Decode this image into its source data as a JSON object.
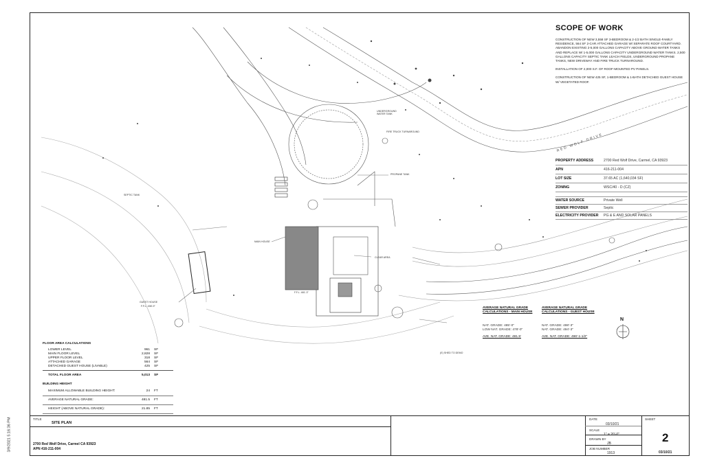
{
  "scope": {
    "title": "SCOPE OF WORK",
    "para1": "CONSTRUCTION OF NEW 3,558 SF 3-BEDROOM & 2-1/2 BATH SINGLE-FAMILY RESIDENCE, 564 SF 2-CAR ATTACHED GARAGE W/ SEPARATE ROOF COURTYARD. ABANDON EXISTING 2-5,000 GALLONS CAPACITY ABOVE GROUND WATER TANKS AND REPLACE W/ 1-5,000 GALLONS CAPACITY UNDERGROUND WATER TANKS. 2,500 GALLONS CAPACITY SEPTIC TANK LEACH FIELDS, UNDERGROUND PROPANE TANKS, NEW DRIVEWAY AND FIRE TRUCK TURNAROUND.",
    "para2": "INSTALLATION OF 2,000 S.F. OF ROOF-MOUNTED PV PANELS.",
    "para3": "CONSTRUCTION OF NEW 425 SF, 1-BEDROOM & 1-BATH DETACHED GUEST HOUSE W/ VEGETATED ROOF."
  },
  "property": {
    "rows": [
      {
        "k": "PROPERTY ADDRESS",
        "v": "2700 Red Wolf Drive, Carmel, CA 93923"
      },
      {
        "k": "APN",
        "v": "416-211-004"
      },
      {
        "k": "LOT SIZE",
        "v": "37.65 AC (1,640,034 SF)"
      },
      {
        "k": "ZONING",
        "v": "WSC/40 - D (CZ)"
      }
    ],
    "rows2": [
      {
        "k": "WATER SOURCE",
        "v": "Private Well"
      },
      {
        "k": "SEWER PROVIDER",
        "v": "Septic"
      },
      {
        "k": "ELECTRICITY PROVIDER",
        "v": "PG & E AND SOLAR PANELS"
      }
    ]
  },
  "floor_area": {
    "title": "FLOOR AREA CALCULATIONS",
    "rows": [
      {
        "l": "Lower Level",
        "n": "961",
        "u": "SF"
      },
      {
        "l": "Main Floor Level",
        "n": "2,828",
        "u": "SF"
      },
      {
        "l": "Upper Floor Level",
        "n": "318",
        "u": "SF"
      },
      {
        "l": "Attached Garage",
        "n": "564",
        "u": "SF"
      },
      {
        "l": "Detached Guest House (Livable)",
        "n": "425",
        "u": "SF"
      }
    ],
    "total": {
      "l": "TOTAL FLOOR AREA",
      "n": "5,013",
      "u": "SF"
    },
    "height_title": "BUILDING HEIGHT",
    "height_rows": [
      {
        "l": "Maximum Allowable Building Height:",
        "n": "24",
        "u": "FT"
      },
      {
        "l": "Average Natural Grade:",
        "n": "481.5",
        "u": "FT"
      },
      {
        "l": "Height (Above Natural Grade):",
        "n": "21.85",
        "u": "FT"
      }
    ]
  },
  "grade": {
    "main_h1": "AVERAGE NATURAL GRADE",
    "main_h2": "CALCULATIONS - MAIN HOUSE",
    "main_l1": "NAT. GRADE: 485'-0\"",
    "main_l2": "LOW NAT. GRADE: 478'-0\"",
    "main_avg": "AVE. NAT. GRADE: 481.5'",
    "guest_h1": "AVERAGE NATURAL GRADE",
    "guest_h2": "CALCULATIONS - GUEST HOUSE",
    "guest_l1": "NAT. GRADE: 498'-3\"",
    "guest_l2": "NAT. GRADE: 494'-3\"",
    "guest_avg": "AVE. NAT. GRADE: 496'-1-1/2\""
  },
  "titleblock": {
    "title_label": "TITLE",
    "title": "SITE PLAN",
    "address": "2700 Red Wolf Drive, Carmel CA 93923",
    "apn": "APN  416-211-004",
    "date_label": "DATE",
    "date": "03/10/21",
    "scale_label": "SCALE",
    "scale": "1\" = 20'-0\"",
    "drawn_label": "DRAWN BY",
    "drawn": "JB",
    "job_label": "JOB NUMBER",
    "job": "1913",
    "sheet_label": "SHEET",
    "sheet": "2",
    "sheet_date": "03/10/21"
  },
  "stamp": "3/9/2021 5:16:36 PM",
  "drawing_labels": {
    "road": "RED WOLF DRIVE",
    "north": "N",
    "guest_house": "GUEST HOUSE",
    "main_house": "MAIN HOUSE",
    "ffl": "F.F.L. 481'-3\"",
    "ffl_guest": "F.F.L. 498'-9\"",
    "existing_shed": "(E) SHED TO DEMO",
    "clear_area": "CLEAR AREA",
    "turnaround": "FIRE TRUCK TURNAROUND",
    "septic": "SEPTIC TANK",
    "water_tanks": "UNDERGROUND WATER TANK",
    "propane": "PROPANE TANK"
  }
}
